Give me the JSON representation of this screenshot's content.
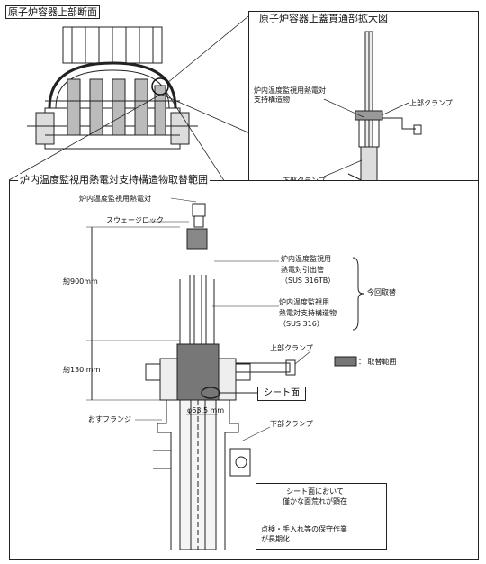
{
  "panels": {
    "upper_section_title": "原子炉容器上部断面",
    "penetration_title": "原子炉容器上蓋貫通部拡大図",
    "replacement_title": "炉内温度監視用熱電対支持構造物取替範囲"
  },
  "penetration_labels": {
    "support": "炉内温度監視用熱電対\n支持構造物",
    "upper_clamp": "上部クランプ",
    "lower_clamp": "下部クランプ"
  },
  "detail_labels": {
    "thermocouple": "炉内温度監視用熱電対",
    "swagelok": "スウェージロック",
    "extraction_tube": "炉内温度監視用\n熱電対引出管\n（SUS 316TB）",
    "support_structure": "炉内温度監視用\n熱電対支持構造物\n（SUS 316）",
    "this_replacement": "今回取替",
    "upper_clamp": "上部クランプ",
    "legend": "：  取替範囲",
    "seat_face": "シート面",
    "male_flange": "おすフランジ",
    "lower_clamp": "下部クランプ",
    "dim_900": "約900mm",
    "dim_130": "約130 mm",
    "dim_dia": "φ63.5 mm"
  },
  "note": {
    "line1": "シート面において\n僅かな面荒れが顕在",
    "line2": "点検・手入れ等の保守作業\nが長期化"
  }
}
